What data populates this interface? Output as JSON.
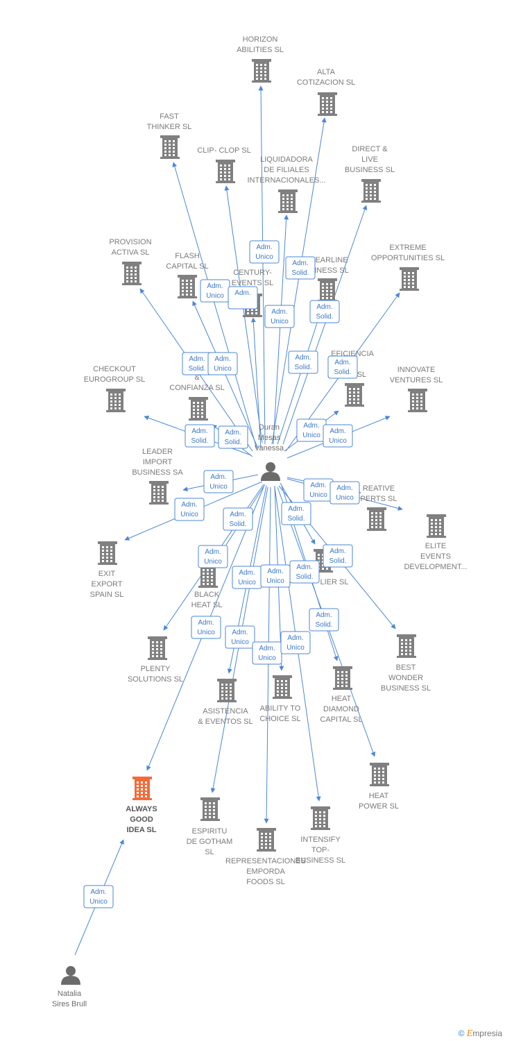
{
  "colors": {
    "edge": "#4a87d6",
    "building": "#808080",
    "highlight": "#f26b38",
    "person": "#6b6b6b"
  },
  "hub": {
    "id": "duran",
    "name": [
      "Duran",
      "Mesas",
      "Vanessa"
    ]
  },
  "people": [
    {
      "id": "duran",
      "name": [
        "Duran",
        "Mesas",
        "Vanessa"
      ]
    },
    {
      "id": "natalia",
      "name": [
        "Natalia",
        "Sires Brull"
      ]
    }
  ],
  "companies": [
    {
      "id": "horizon",
      "name": [
        "HORIZON",
        "ABILITIES SL"
      ]
    },
    {
      "id": "alta",
      "name": [
        "ALTA",
        "COTIZACION SL"
      ]
    },
    {
      "id": "fast",
      "name": [
        "FAST",
        "THINKER  SL"
      ]
    },
    {
      "id": "clip",
      "name": [
        "CLIP- CLOP SL"
      ]
    },
    {
      "id": "liquidadora",
      "name": [
        "LIQUIDADORA",
        "DE FILIALES",
        "INTERNACIONALES..."
      ]
    },
    {
      "id": "direct",
      "name": [
        "DIRECT &",
        "LIVE",
        "BUSINESS SL"
      ]
    },
    {
      "id": "provision",
      "name": [
        "PROVISION",
        "ACTIVA SL"
      ]
    },
    {
      "id": "flash",
      "name": [
        "FLASH",
        "CAPITAL SL"
      ]
    },
    {
      "id": "century",
      "name": [
        "CENTURY-",
        "EVENTS  SL"
      ]
    },
    {
      "id": "pearline",
      "name": [
        "EARLINE",
        "INESS SL"
      ]
    },
    {
      "id": "extreme",
      "name": [
        "EXTREME",
        "OPPORTUNITIES SL"
      ]
    },
    {
      "id": "checkout",
      "name": [
        "CHECKOUT",
        "EUROGROUP SL"
      ]
    },
    {
      "id": "lideres",
      "name": [
        "LI",
        "&",
        "CONFIANZA SL"
      ]
    },
    {
      "id": "eficiencia",
      "name": [
        "EFICIENCIA",
        "R",
        "DOS SL"
      ]
    },
    {
      "id": "innovate",
      "name": [
        "INNOVATE",
        "VENTURES SL"
      ]
    },
    {
      "id": "leader",
      "name": [
        "LEADER",
        "IMPORT",
        "BUSINESS SA"
      ]
    },
    {
      "id": "creative",
      "name": [
        "REATIVE",
        "PERTS  SL"
      ]
    },
    {
      "id": "elite",
      "name": [
        "ELITE",
        "EVENTS",
        "DEVELOPMENT..."
      ]
    },
    {
      "id": "exit",
      "name": [
        "EXIT",
        "EXPORT",
        "SPAIN SL"
      ]
    },
    {
      "id": "black",
      "name": [
        "BLACK",
        "HEAT SL"
      ]
    },
    {
      "id": "lier",
      "name": [
        "LIER SL"
      ]
    },
    {
      "id": "best",
      "name": [
        "BEST",
        "WONDER",
        "BUSINESS SL"
      ]
    },
    {
      "id": "plenty",
      "name": [
        "PLENTY",
        "SOLUTIONS SL"
      ]
    },
    {
      "id": "asistencia",
      "name": [
        "ASISTENCIA",
        "& EVENTOS  SL"
      ]
    },
    {
      "id": "ability",
      "name": [
        "ABILITY TO",
        "CHOICE SL"
      ]
    },
    {
      "id": "heatdiamond",
      "name": [
        "HEAT",
        "DIAMOND",
        "CAPITAL SL"
      ]
    },
    {
      "id": "heatpower",
      "name": [
        "HEAT",
        "POWER SL"
      ]
    },
    {
      "id": "always",
      "name": [
        "ALWAYS",
        "GOOD",
        "IDEA  SL"
      ],
      "highlight": true
    },
    {
      "id": "espiritu",
      "name": [
        "ESPIRITU",
        "DE GOTHAM",
        "SL"
      ]
    },
    {
      "id": "representaciones",
      "name": [
        "REPRESENTACIONES",
        "EMPORDA",
        "FOODS  SL"
      ]
    },
    {
      "id": "intensify",
      "name": [
        "INTENSIFY",
        "TOP-",
        "BUSINESS SL"
      ]
    }
  ],
  "edges": [
    {
      "from": "duran",
      "to": "horizon",
      "role": [
        "Adm.",
        "Unico"
      ]
    },
    {
      "from": "duran",
      "to": "alta",
      "role": [
        "Adm.",
        "Solid."
      ]
    },
    {
      "from": "duran",
      "to": "fast",
      "role": [
        "Adm.",
        "Solid."
      ]
    },
    {
      "from": "duran",
      "to": "clip",
      "role": [
        "Adm.",
        "Unico"
      ]
    },
    {
      "from": "duran",
      "to": "liquidadora",
      "role": [
        "Adm.",
        "Unico"
      ]
    },
    {
      "from": "duran",
      "to": "direct",
      "role": [
        "Adm.",
        "Solid."
      ]
    },
    {
      "from": "duran",
      "to": "provision",
      "role": [
        "Adm.",
        "Solid."
      ]
    },
    {
      "from": "duran",
      "to": "flash",
      "role": [
        "Adm.",
        "Unico"
      ]
    },
    {
      "from": "duran",
      "to": "century",
      "role": [
        "Adm.",
        ""
      ]
    },
    {
      "from": "duran",
      "to": "pearline",
      "role": [
        "Adm.",
        "Solid."
      ]
    },
    {
      "from": "duran",
      "to": "extreme",
      "role": [
        "Adm.",
        "Solid."
      ]
    },
    {
      "from": "duran",
      "to": "checkout",
      "role": [
        "Adm.",
        "Solid."
      ]
    },
    {
      "from": "duran",
      "to": "lideres",
      "role": [
        "Adm.",
        "Solid."
      ]
    },
    {
      "from": "duran",
      "to": "eficiencia",
      "role": [
        "Adm.",
        "Unico"
      ]
    },
    {
      "from": "duran",
      "to": "innovate",
      "role": [
        "Adm.",
        "Unico"
      ]
    },
    {
      "from": "duran",
      "to": "leader",
      "role": [
        "Adm.",
        "Unico"
      ]
    },
    {
      "from": "duran",
      "to": "creative",
      "role": [
        "Adm.",
        "Unico"
      ]
    },
    {
      "from": "duran",
      "to": "elite",
      "role": [
        "Adm.",
        "Unico"
      ]
    },
    {
      "from": "duran",
      "to": "exit",
      "role": [
        "Adm.",
        "Unico"
      ]
    },
    {
      "from": "duran",
      "to": "black",
      "role": [
        "Adm.",
        "Solid."
      ]
    },
    {
      "from": "duran",
      "to": "lier",
      "role": [
        "Adm.",
        "Solid."
      ]
    },
    {
      "from": "duran",
      "to": "best",
      "role": [
        "Adm.",
        "Solid."
      ]
    },
    {
      "from": "duran",
      "to": "plenty",
      "role": [
        "Adm.",
        "Unico"
      ]
    },
    {
      "from": "duran",
      "to": "asistencia",
      "role": [
        "Adm.",
        "Unico"
      ]
    },
    {
      "from": "duran",
      "to": "ability",
      "role": [
        "Adm.",
        "Unico"
      ]
    },
    {
      "from": "duran",
      "to": "heatdiamond",
      "role": [
        "Adm.",
        "Solid."
      ]
    },
    {
      "from": "duran",
      "to": "heatpower",
      "role": [
        "Adm.",
        "Solid."
      ]
    },
    {
      "from": "duran",
      "to": "always",
      "role": [
        "Adm.",
        "Unico"
      ]
    },
    {
      "from": "duran",
      "to": "espiritu",
      "role": [
        "Adm.",
        "Unico"
      ]
    },
    {
      "from": "duran",
      "to": "representaciones",
      "role": [
        "Adm.",
        "Unico"
      ]
    },
    {
      "from": "duran",
      "to": "intensify",
      "role": [
        "Adm.",
        "Unico"
      ]
    },
    {
      "from": "natalia",
      "to": "always",
      "role": [
        "Adm.",
        "Unico"
      ]
    }
  ],
  "watermark": {
    "copyright": "©",
    "brand_initial": "E",
    "brand_rest": "mpresia"
  }
}
